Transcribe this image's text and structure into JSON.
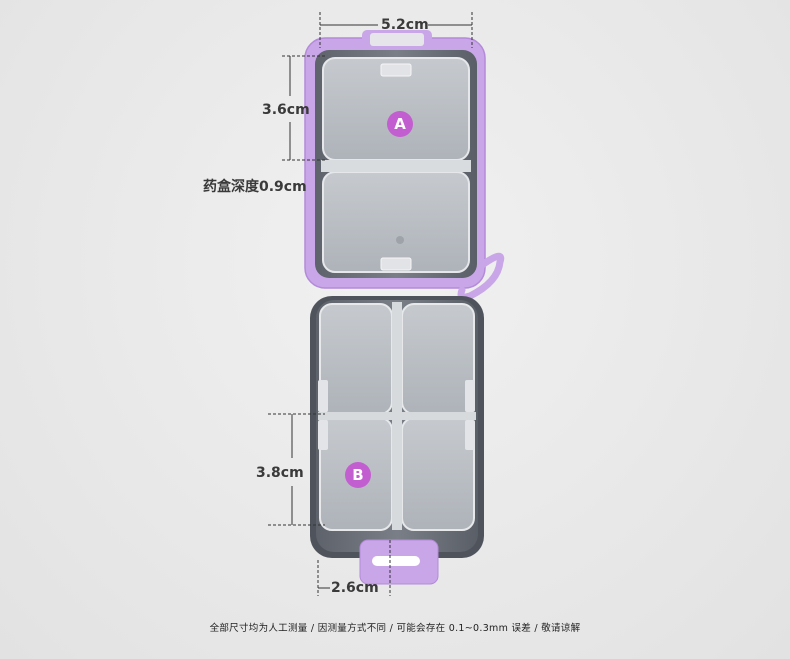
{
  "dimensions": {
    "width": "5.2cm",
    "lid_height": "3.6cm",
    "depth": "药盒深度0.9cm",
    "compartment_height": "3.8cm",
    "compartment_width": "2.6cm"
  },
  "badges": {
    "a": "A",
    "b": "B"
  },
  "disclaimer": "全部尺寸均为人工测量 / 因测量方式不同 / 可能会存在 0.1~0.3mm 误差 / 敬请谅解",
  "colors": {
    "lid_purple": "#c9a6e8",
    "badge_magenta": "#c35ed0",
    "tray_grey": "#6b7079"
  }
}
